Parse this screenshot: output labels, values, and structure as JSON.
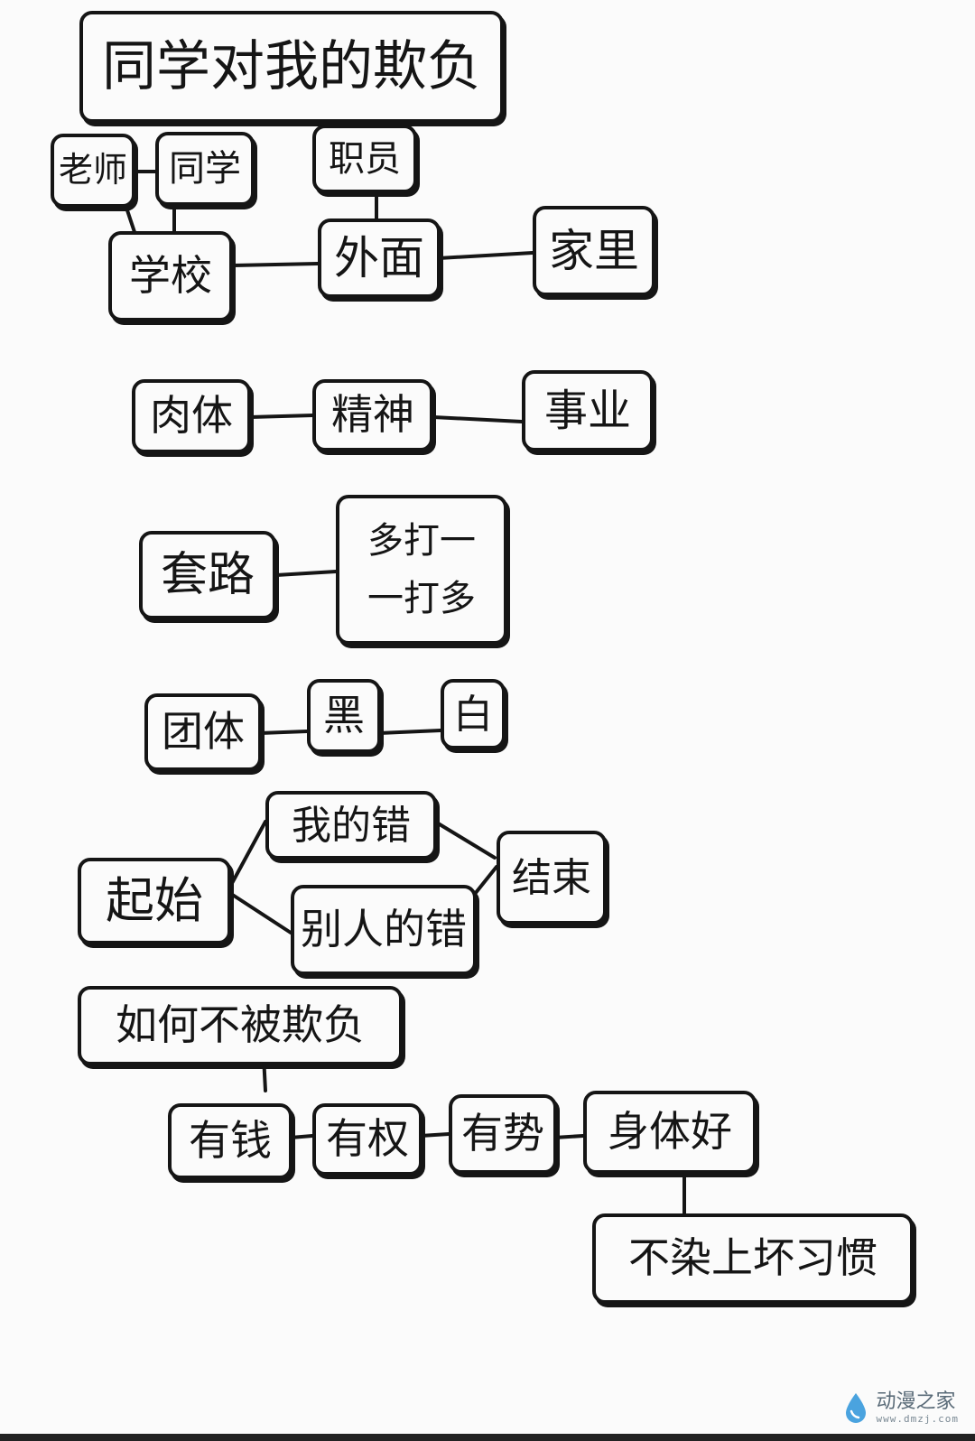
{
  "title": "同学对我的欺负",
  "groups": {
    "places": {
      "teacher": "老师",
      "classmate": "同学",
      "staff": "职员",
      "school": "学校",
      "outside": "外面",
      "home": "家里"
    },
    "types": {
      "body": "肉体",
      "spirit": "精神",
      "career": "事业"
    },
    "tactics": {
      "routine": "套路",
      "odds": "多打一\n一打多"
    },
    "gangs": {
      "group": "团体",
      "black": "黑",
      "white": "白"
    },
    "flow": {
      "start": "起始",
      "my_fault": "我的错",
      "other_fault": "别人的错",
      "end": "结束"
    },
    "avoid": {
      "question": "如何不被欺负",
      "rich": "有钱",
      "power": "有权",
      "influence": "有势",
      "healthy": "身体好",
      "no_bad_habits": "不染上坏习惯"
    }
  },
  "watermark": {
    "name": "动漫之家",
    "url": "www.dmzj.com",
    "icon": "water-drop-logo",
    "color": "#4aa3df"
  }
}
